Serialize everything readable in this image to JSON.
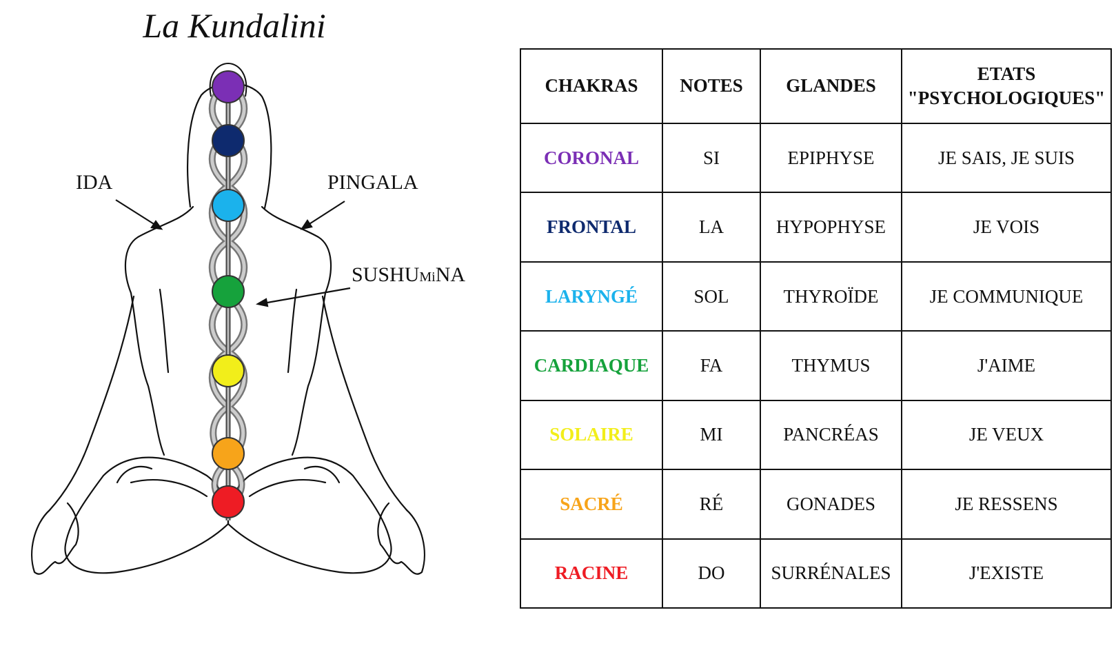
{
  "title": "La Kundalini",
  "labels": {
    "ida": "IDA",
    "pingala": "PINGALA",
    "sushumna_a": "SUSHU",
    "sushumna_b": "Mi",
    "sushumna_c": "NA"
  },
  "table": {
    "headers": [
      "CHAKRAS",
      "NOTES",
      "GLANDES",
      "ETATS",
      "\"PSYCHOLOGIQUES\""
    ],
    "rows": [
      {
        "chakra": "CORONAL",
        "color": "#7B2FB5",
        "note": "SI",
        "glande": "EPIPHYSE",
        "etat": "JE SAIS, JE SUIS"
      },
      {
        "chakra": "FRONTAL",
        "color": "#0E2A6E",
        "note": "LA",
        "glande": "HYPOPHYSE",
        "etat": "JE VOIS"
      },
      {
        "chakra": "LARYNGÉ",
        "color": "#1BB2EC",
        "note": "SOL",
        "glande": "THYROÏDE",
        "etat": "JE COMMUNIQUE"
      },
      {
        "chakra": "CARDIAQUE",
        "color": "#16A23C",
        "note": "FA",
        "glande": "THYMUS",
        "etat": "J'AIME"
      },
      {
        "chakra": "SOLAIRE",
        "color": "#F2EE1A",
        "note": "MI",
        "glande": "PANCRÉAS",
        "etat": "JE VEUX"
      },
      {
        "chakra": "SACRÉ",
        "color": "#F7A41A",
        "note": "RÉ",
        "glande": "GONADES",
        "etat": "JE RESSENS"
      },
      {
        "chakra": "RACINE",
        "color": "#EE1C24",
        "note": "DO",
        "glande": "SURRÉNALES",
        "etat": "J'EXISTE"
      }
    ]
  }
}
